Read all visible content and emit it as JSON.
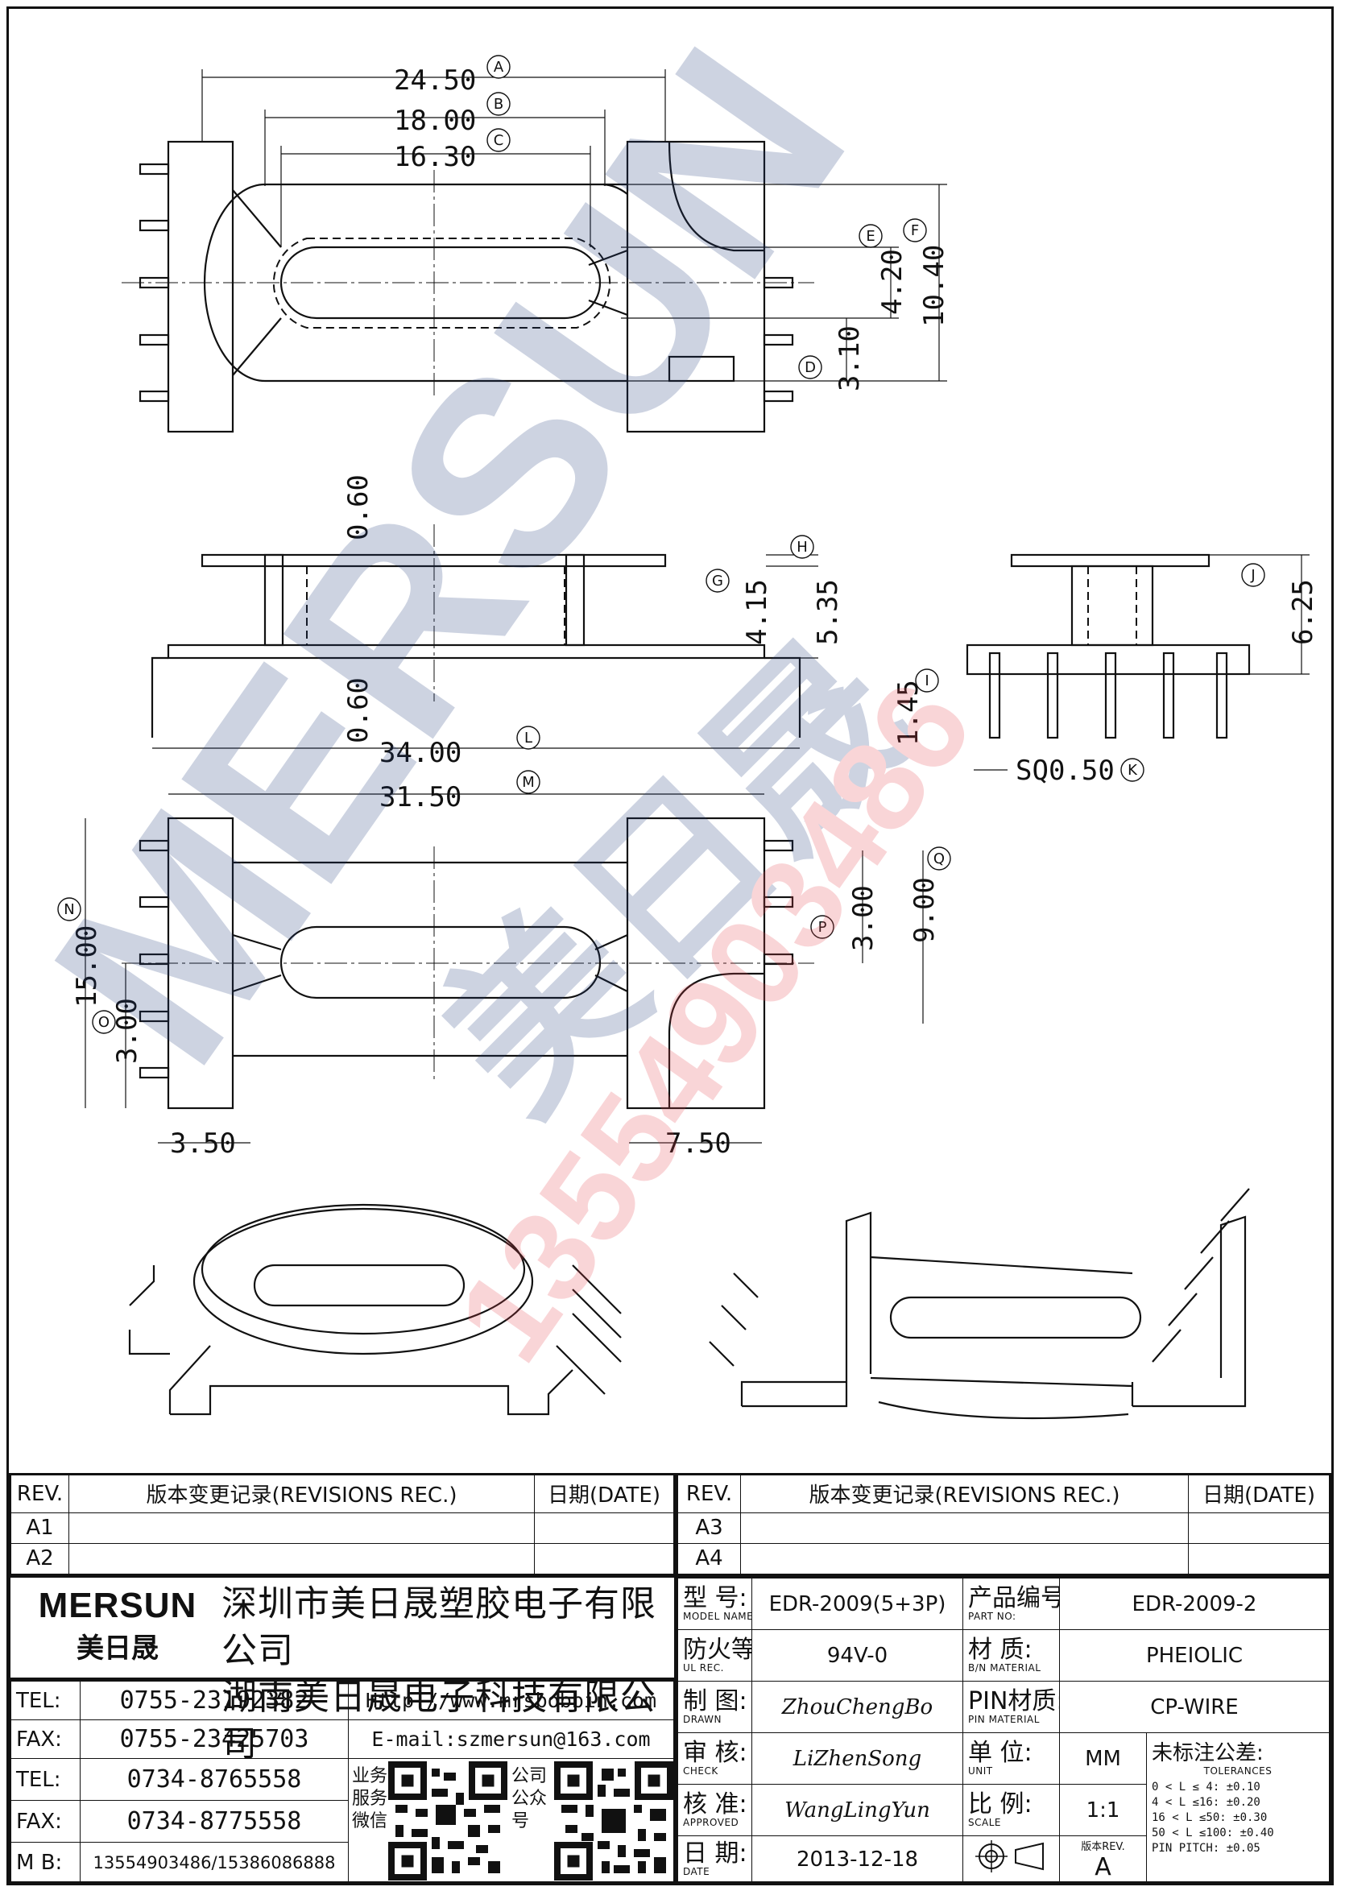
{
  "dimensions": {
    "A": "24.50",
    "B": "18.00",
    "C": "16.30",
    "D": "3.10",
    "E": "4.20",
    "F": "10.40",
    "G": "4.15",
    "H": "5.35",
    "I": "1.45",
    "J": "6.25",
    "K": "SQ0.50",
    "L": "34.00",
    "M": "31.50",
    "N": "15.00",
    "O": "3.00",
    "P": "3.00",
    "Q": "9.00",
    "top_thk": "0.60",
    "bot_thk": "0.60",
    "left_w": "3.50",
    "right_w": "7.50"
  },
  "markers": [
    "A",
    "B",
    "C",
    "D",
    "E",
    "F",
    "G",
    "H",
    "I",
    "J",
    "K",
    "L",
    "M",
    "N",
    "O",
    "P",
    "Q"
  ],
  "watermark": {
    "brand": "MERSUN",
    "cn": "美日晟",
    "phone": "13554903486"
  },
  "revisions_left": {
    "h_rev": "REV.",
    "h_rec": "版本变更记录(REVISIONS REC.)",
    "h_date": "日期(DATE)",
    "rows": [
      "A1",
      "A2"
    ]
  },
  "revisions_right": {
    "h_rev": "REV.",
    "h_rec": "版本变更记录(REVISIONS REC.)",
    "h_date": "日期(DATE)",
    "rows": [
      "A3",
      "A4"
    ]
  },
  "company": {
    "logo": "MERSUN",
    "logo_cn": "美日晟",
    "name1": "深圳市美日晟塑胶电子有限公司",
    "name2": "湖南美日晟电子科技有限公司"
  },
  "contacts": {
    "tel1_label": "TEL:",
    "tel1": "0755-23192382",
    "web": "Http://www.mrsbobbin.com",
    "fax1_label": "FAX:",
    "fax1": "0755-23425703",
    "email": "E-mail:szmersun@163.com",
    "tel2_label": "TEL:",
    "tel2": "0734-8765558",
    "fax2_label": "FAX:",
    "fax2": "0734-8775558",
    "mb_label": "M B:",
    "mb": "13554903486/15386086888",
    "qr1_label": [
      "业务",
      "服务",
      "微信"
    ],
    "qr2_label": [
      "公司",
      "公众",
      "号"
    ]
  },
  "spec": {
    "model_cn": "型 号:",
    "model_en": "MODEL NAME",
    "model": "EDR-2009(5+3P)",
    "part_cn": "产品编号:",
    "part_en": "PART NO:",
    "part": "EDR-2009-2",
    "ul_cn": "防火等级:",
    "ul_en": "UL REC.",
    "ul": "94V-0",
    "mat_cn": "材 质:",
    "mat_en": "B/N MATERIAL",
    "mat": "PHEIOLIC",
    "drawn_cn": "制 图:",
    "drawn_en": "DRAWN",
    "drawn": "ZhouChengBo",
    "pin_cn": "PIN材质:",
    "pin_en": "PIN MATERIAL",
    "pin": "CP-WIRE",
    "check_cn": "审 核:",
    "check_en": "CHECK",
    "check": "LiZhenSong",
    "unit_cn": "单 位:",
    "unit_en": "UNIT",
    "unit": "MM",
    "tol_cn": "未标注公差:",
    "tol_en": "TOLERANCES",
    "tolerances": [
      "0 < L ≤ 4:   ±0.10",
      "4 < L ≤16:   ±0.20",
      "16 < L ≤50:  ±0.30",
      "50 < L ≤100: ±0.40",
      "PIN PITCH:   ±0.05"
    ],
    "appr_cn": "核 准:",
    "appr_en": "APPROVED",
    "appr": "WangLingYun",
    "scale_cn": "比 例:",
    "scale_en": "SCALE",
    "scale": "1:1",
    "date_cn": "日 期:",
    "date_en": "DATE",
    "date": "2013-12-18",
    "ver_label": "版本REV.",
    "ver": "A"
  }
}
